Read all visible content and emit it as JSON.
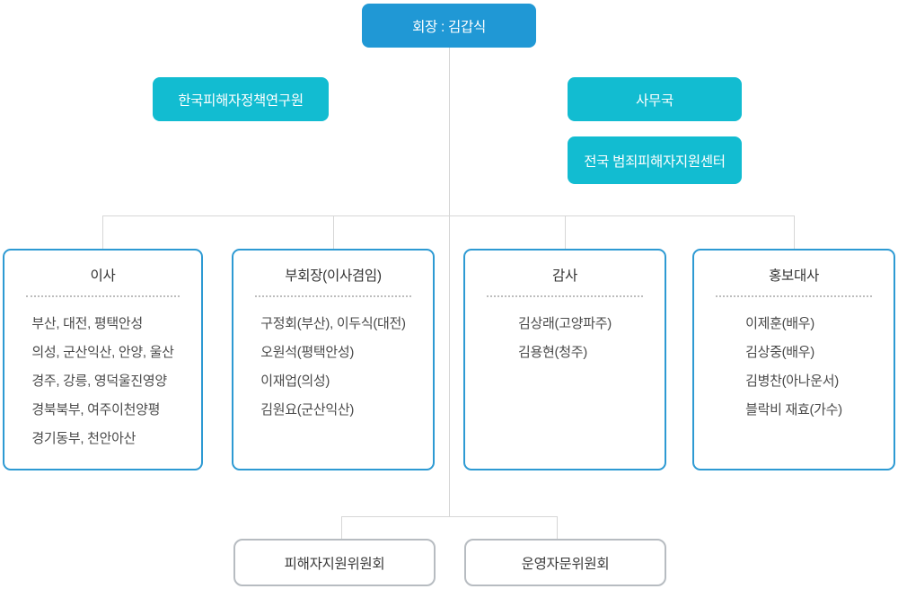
{
  "colors": {
    "primary_blue": "#2098d5",
    "cyan": "#12bcd1",
    "card_border": "#2d9ad3",
    "connector_line": "#d6d6d6",
    "committee_border": "#b7bcc1",
    "text_dark": "#3a3a3a"
  },
  "org_chart": {
    "chairman": "회장 : 김갑식",
    "research_institute": "한국피해자정책연구원",
    "secretariat": "사무국",
    "national_center": "전국 범죄피해자지원센터",
    "cards": [
      {
        "title": "이사",
        "items": [
          "부산, 대전, 평택안성",
          "의성, 군산익산, 안양, 울산",
          "경주, 강릉, 영덕울진영양",
          "경북북부, 여주이천양평",
          "경기동부, 천안아산"
        ]
      },
      {
        "title": "부회장(이사겸임)",
        "items": [
          "구정회(부산), 이두식(대전)",
          "오원석(평택안성)",
          "이재업(의성)",
          "김원요(군산익산)"
        ]
      },
      {
        "title": "감사",
        "items": [
          "김상래(고양파주)",
          "김용현(청주)"
        ]
      },
      {
        "title": "홍보대사",
        "items": [
          "이제훈(배우)",
          "김상중(배우)",
          "김병찬(아나운서)",
          "블락비 재효(가수)"
        ]
      }
    ],
    "committees": [
      "피해자지원위원회",
      "운영자문위원회"
    ]
  }
}
